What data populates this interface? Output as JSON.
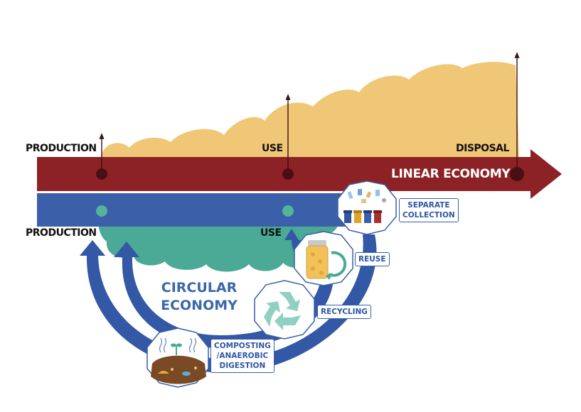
{
  "stages_linear": {
    "production": "PRODUCTION",
    "use": "USE",
    "disposal": "DISPOSAL"
  },
  "stages_circular": {
    "production": "PRODUCTION",
    "use": "USE"
  },
  "linear_economy": "LINEAR ECONOMY",
  "circular_economy": {
    "line1": "CIRCULAR",
    "line2": "ECONOMY"
  },
  "steps": {
    "separate_collection": {
      "line1": "SEPARATE",
      "line2": "COLLECTION",
      "icon": "recycling-bins-icon"
    },
    "reuse": {
      "label": "REUSE",
      "icon": "reusable-jar-icon"
    },
    "recycling": {
      "label": "RECYCLING",
      "icon": "recycle-symbol-icon"
    },
    "composting": {
      "line1": "COMPOSTING",
      "line2": "/ANAEROBIC",
      "line3": "DIGESTION",
      "icon": "compost-soil-icon"
    }
  },
  "colors": {
    "linear_band": "#8c2226",
    "circular_band": "#3b5fa9",
    "linear_cloud": "#f0c677",
    "circular_cloud": "#4aaa96",
    "arrow_blue": "#3358a6"
  }
}
